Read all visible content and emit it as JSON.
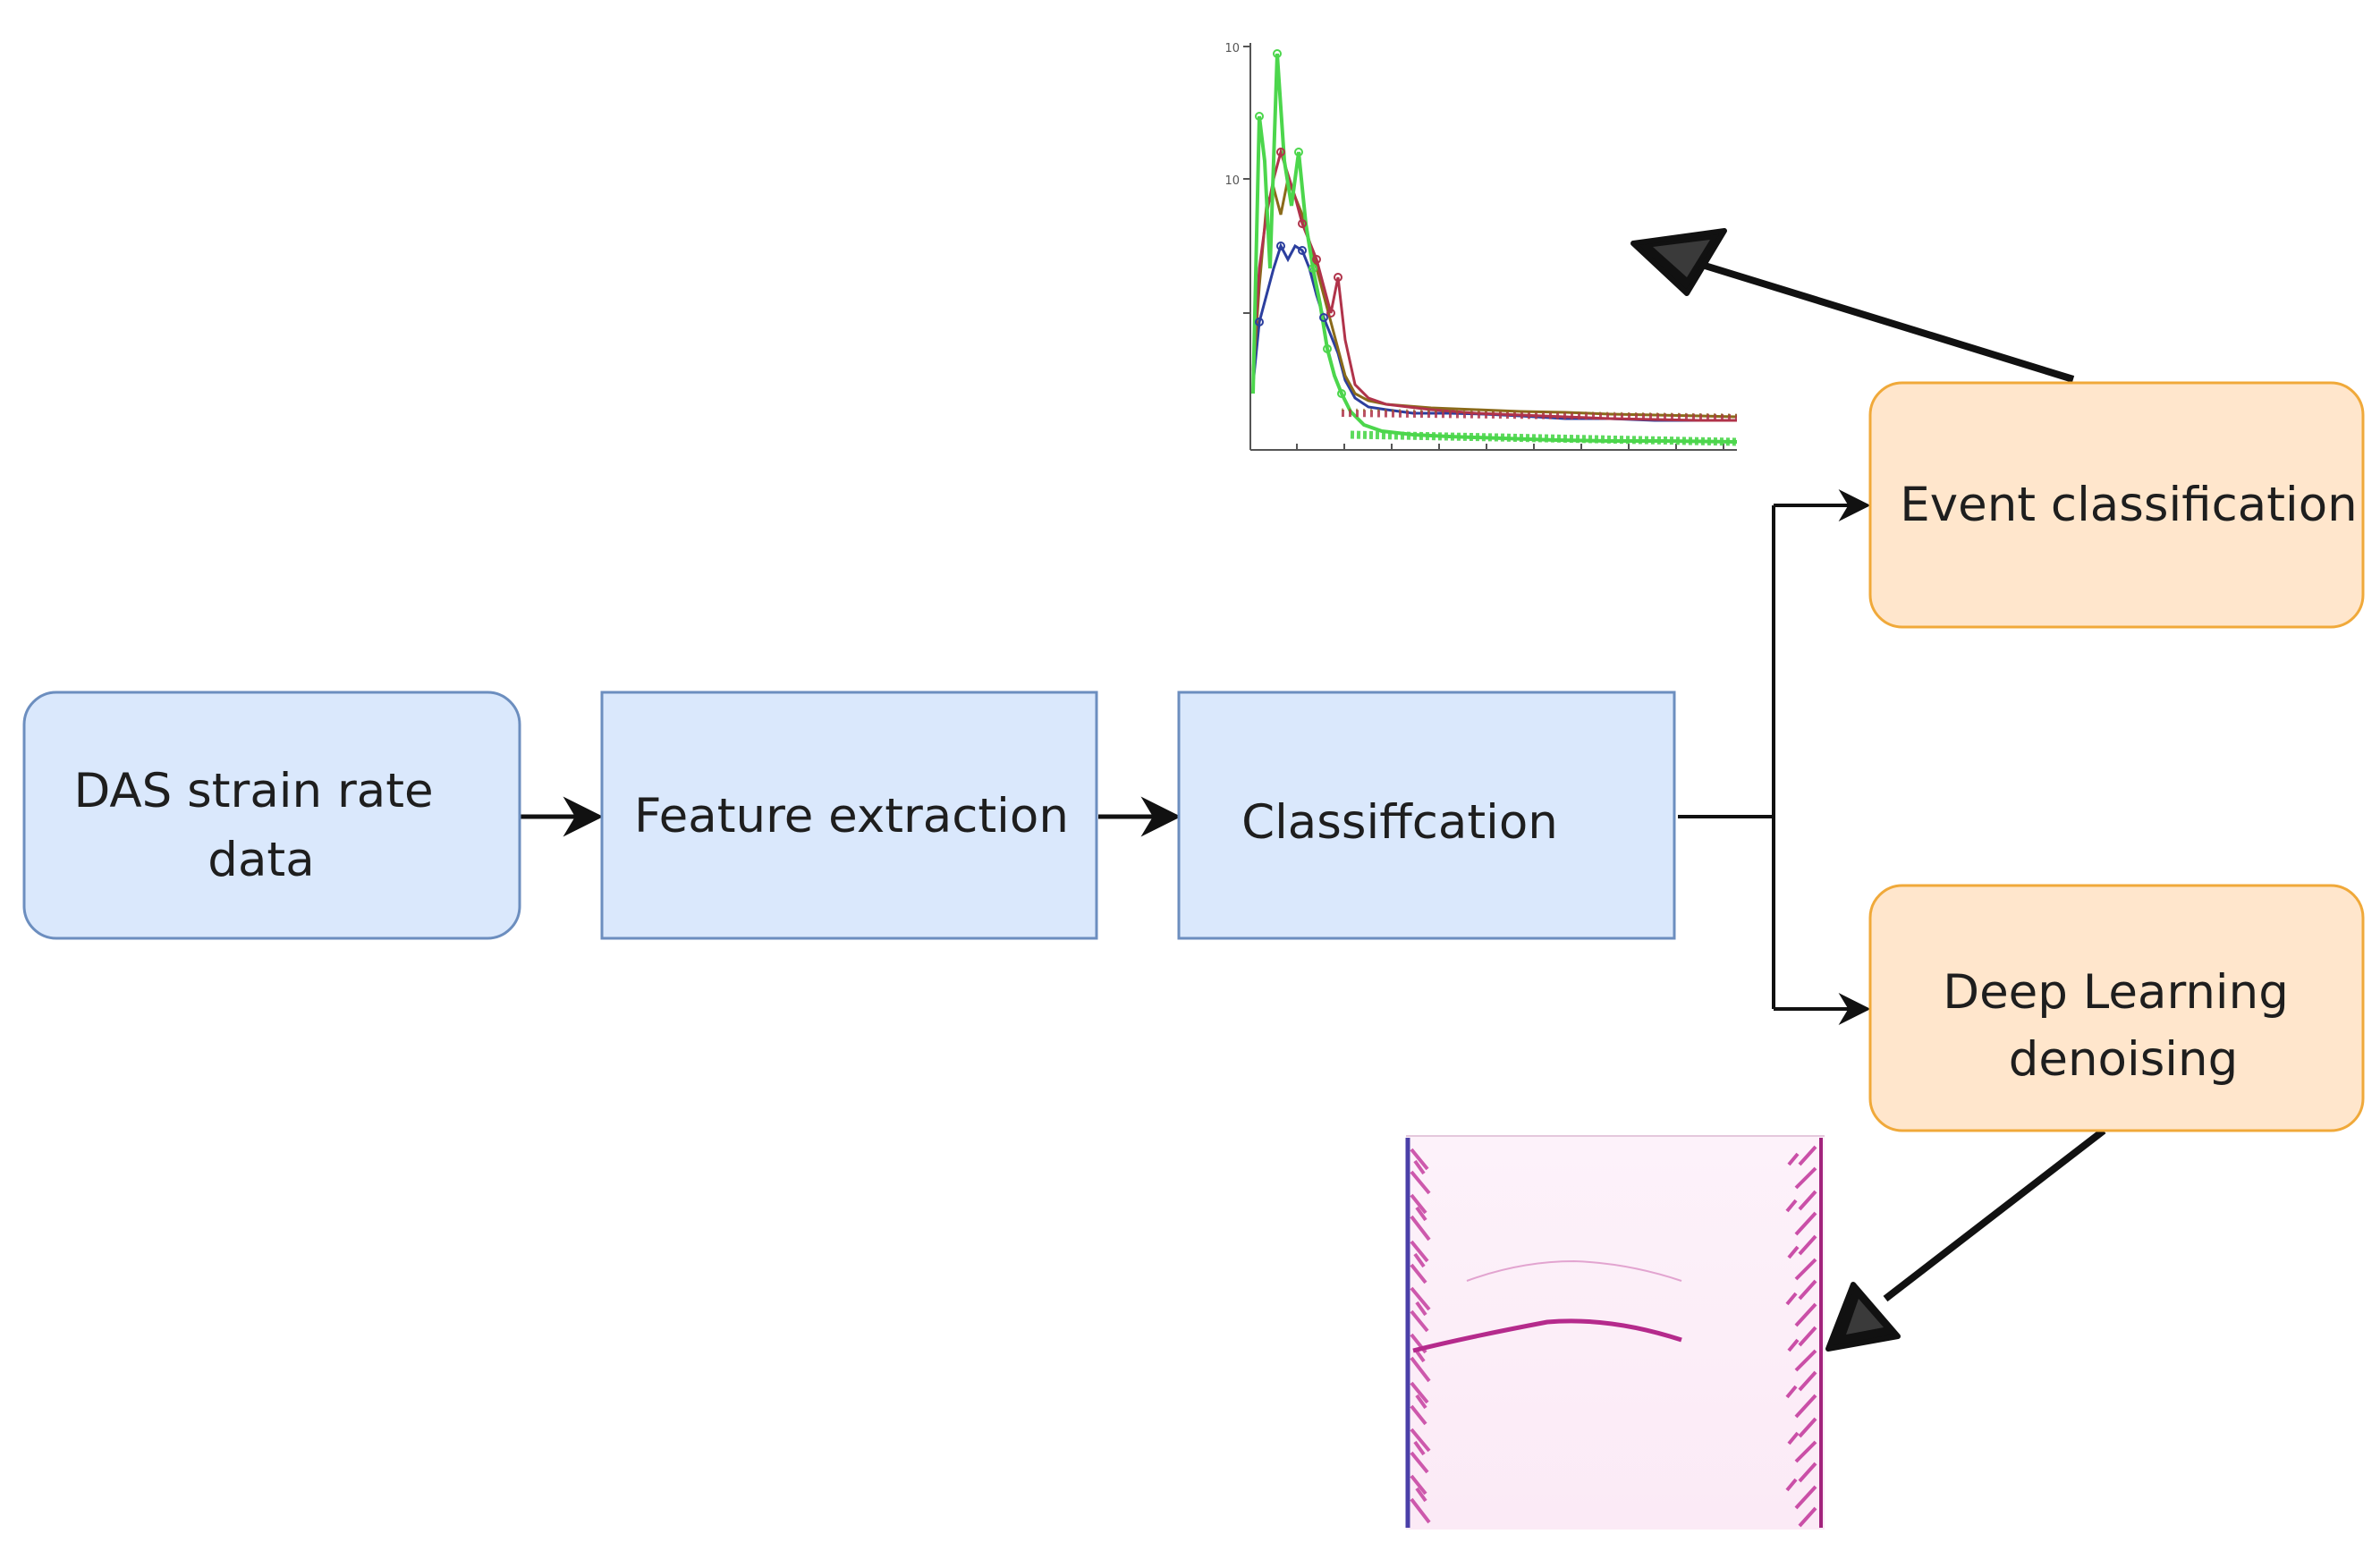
{
  "nodes": {
    "das_data": {
      "lines": [
        "DAS strain rate",
        "data"
      ]
    },
    "feature_extraction": {
      "lines": [
        "Feature extraction"
      ]
    },
    "classification": {
      "lines": [
        "Classiffcation"
      ]
    },
    "event_classification": {
      "lines": [
        "Event classification"
      ]
    },
    "deep_learning_denoising": {
      "lines": [
        "Deep Learning",
        "denoising"
      ]
    }
  },
  "colors": {
    "blue_fill": "#dae8fc",
    "blue_stroke": "#6c8ebf",
    "orange_fill": "#ffe6cc",
    "orange_stroke": "#f0a93a",
    "arrow": "#111111",
    "plot_green": "#4cd64c",
    "plot_red": "#b0334a",
    "plot_blue": "#2c3f9e",
    "plot_brown": "#8a6a1a",
    "section_magenta": "#c2349a"
  },
  "spectrum_plot": {
    "y_tick_labels": [
      "10",
      "10"
    ]
  }
}
